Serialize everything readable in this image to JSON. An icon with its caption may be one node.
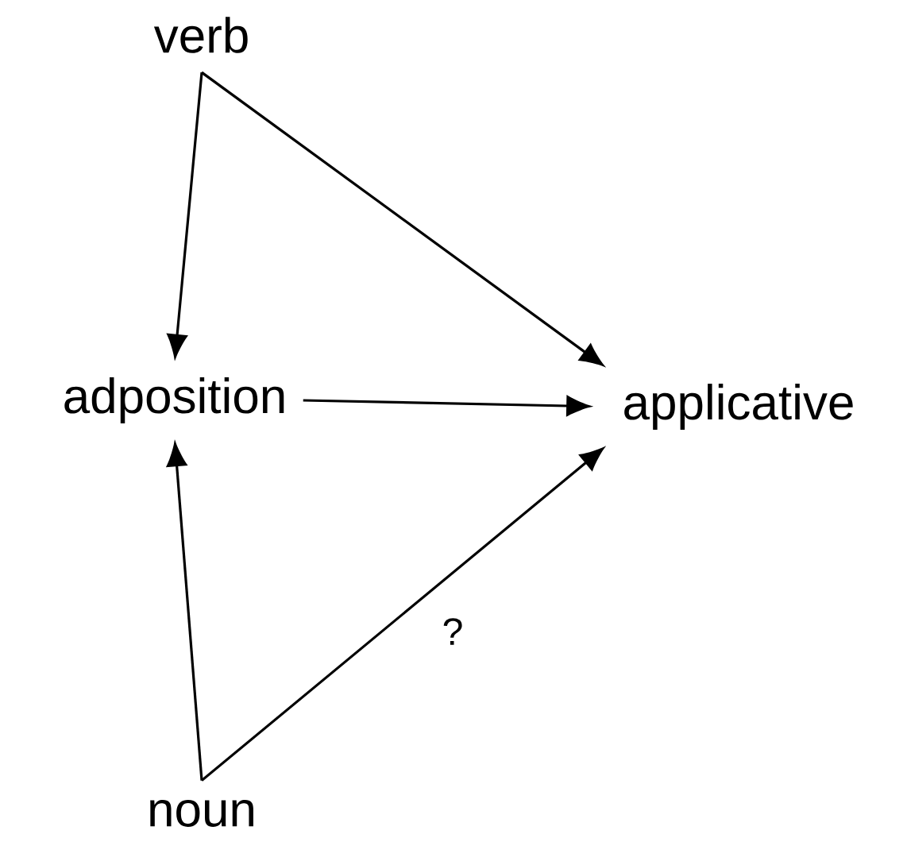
{
  "diagram": {
    "nodes": [
      {
        "text": [
          "verb"
        ]
      },
      {
        "text": [
          "adposition"
        ]
      },
      {
        "text": [
          "applicative"
        ]
      },
      {
        "text": [
          "noun"
        ]
      }
    ],
    "edges": [
      {
        "from": 0,
        "to": 1,
        "arrow": "to"
      },
      {
        "from": 0,
        "to": 2,
        "arrow": "to"
      },
      {
        "from": 1,
        "to": 2,
        "arrow": "to"
      },
      {
        "from": 3,
        "to": 1,
        "arrow": "to"
      },
      {
        "from": 3,
        "to": 2,
        "arrow": "to",
        "label": "?"
      }
    ]
  }
}
